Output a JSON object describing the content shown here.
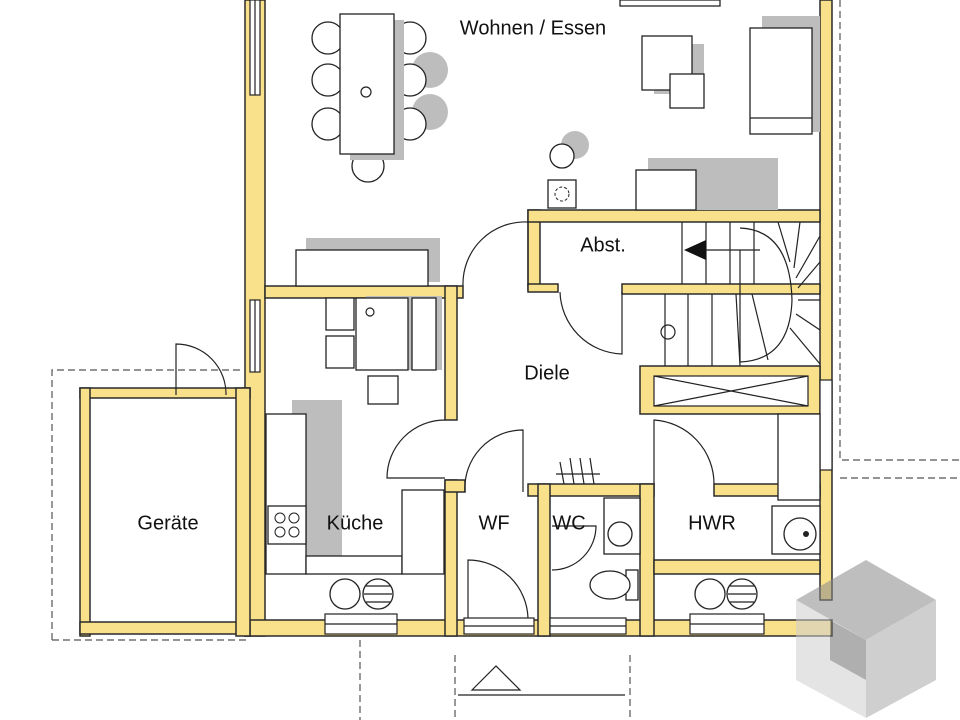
{
  "rooms": {
    "wohnen": "Wohnen / Essen",
    "abst": "Abst.",
    "diele": "Diele",
    "geraete": "Geräte",
    "kueche": "Küche",
    "wf": "WF",
    "wc": "WC",
    "hwr": "HWR"
  },
  "colors": {
    "wall": "#F9E08A",
    "outline": "#2b2b2b",
    "furniture_shadow": "#bdbdbd",
    "logo": "#9a9a9a"
  },
  "icons": [
    "floor-plan",
    "stair-arrow-icon",
    "cube-logo-icon",
    "stove-icon",
    "washing-machine-icon",
    "toilet-icon",
    "sink-icon"
  ]
}
